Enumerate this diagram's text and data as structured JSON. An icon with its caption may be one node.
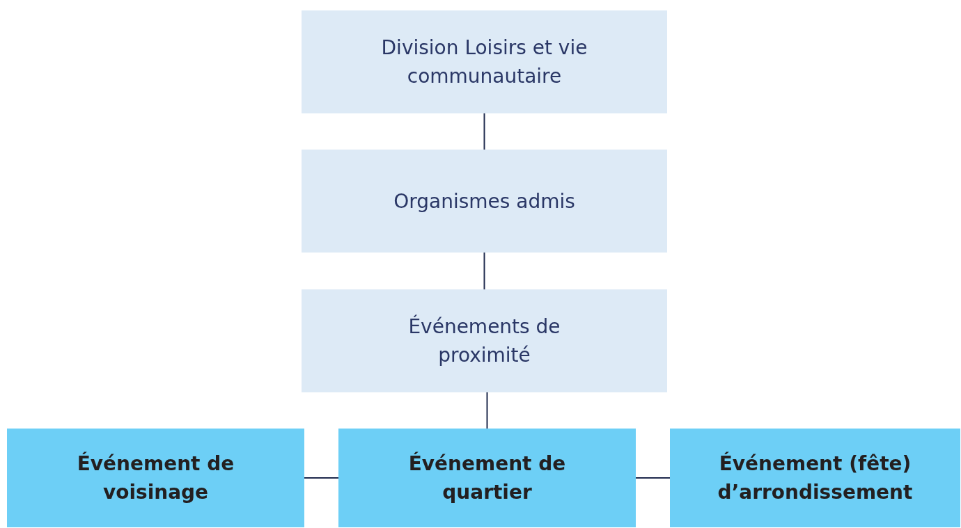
{
  "diagram": {
    "nodes": [
      {
        "text": [
          "Division Loisirs et vie communautaire"
        ]
      },
      {
        "text": [
          "Organismes admis"
        ]
      },
      {
        "text": [
          "Événements de proximité"
        ]
      },
      {
        "text": [
          "Événement de voisinage"
        ]
      },
      {
        "text": [
          "Événement de quartier"
        ]
      },
      {
        "text": [
          "Événement (fête) d’arrondissement"
        ]
      }
    ],
    "edges": [
      {
        "from": 0,
        "to": 1,
        "arrow": "none"
      },
      {
        "from": 1,
        "to": 2,
        "arrow": "none"
      },
      {
        "from": 2,
        "to": 4,
        "arrow": "none"
      },
      {
        "from": 3,
        "to": 4,
        "arrow": "none"
      },
      {
        "from": 4,
        "to": 5,
        "arrow": "none"
      }
    ]
  }
}
